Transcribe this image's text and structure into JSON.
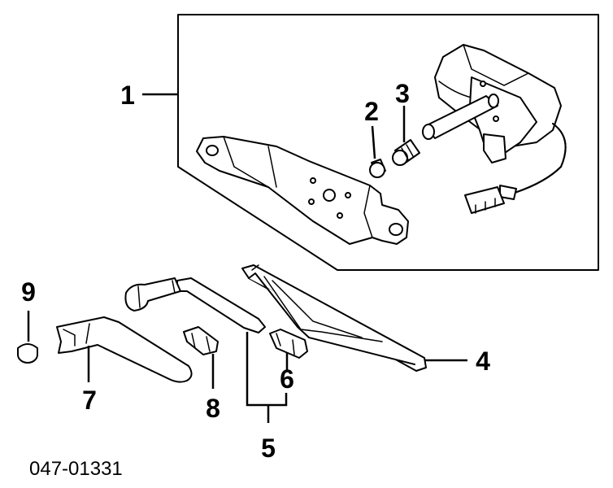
{
  "callouts": {
    "c1": "1",
    "c2": "2",
    "c3": "3",
    "c4": "4",
    "c5": "5",
    "c6": "6",
    "c7": "7",
    "c8": "8",
    "c9": "9"
  },
  "diagram_code": "047-01331"
}
